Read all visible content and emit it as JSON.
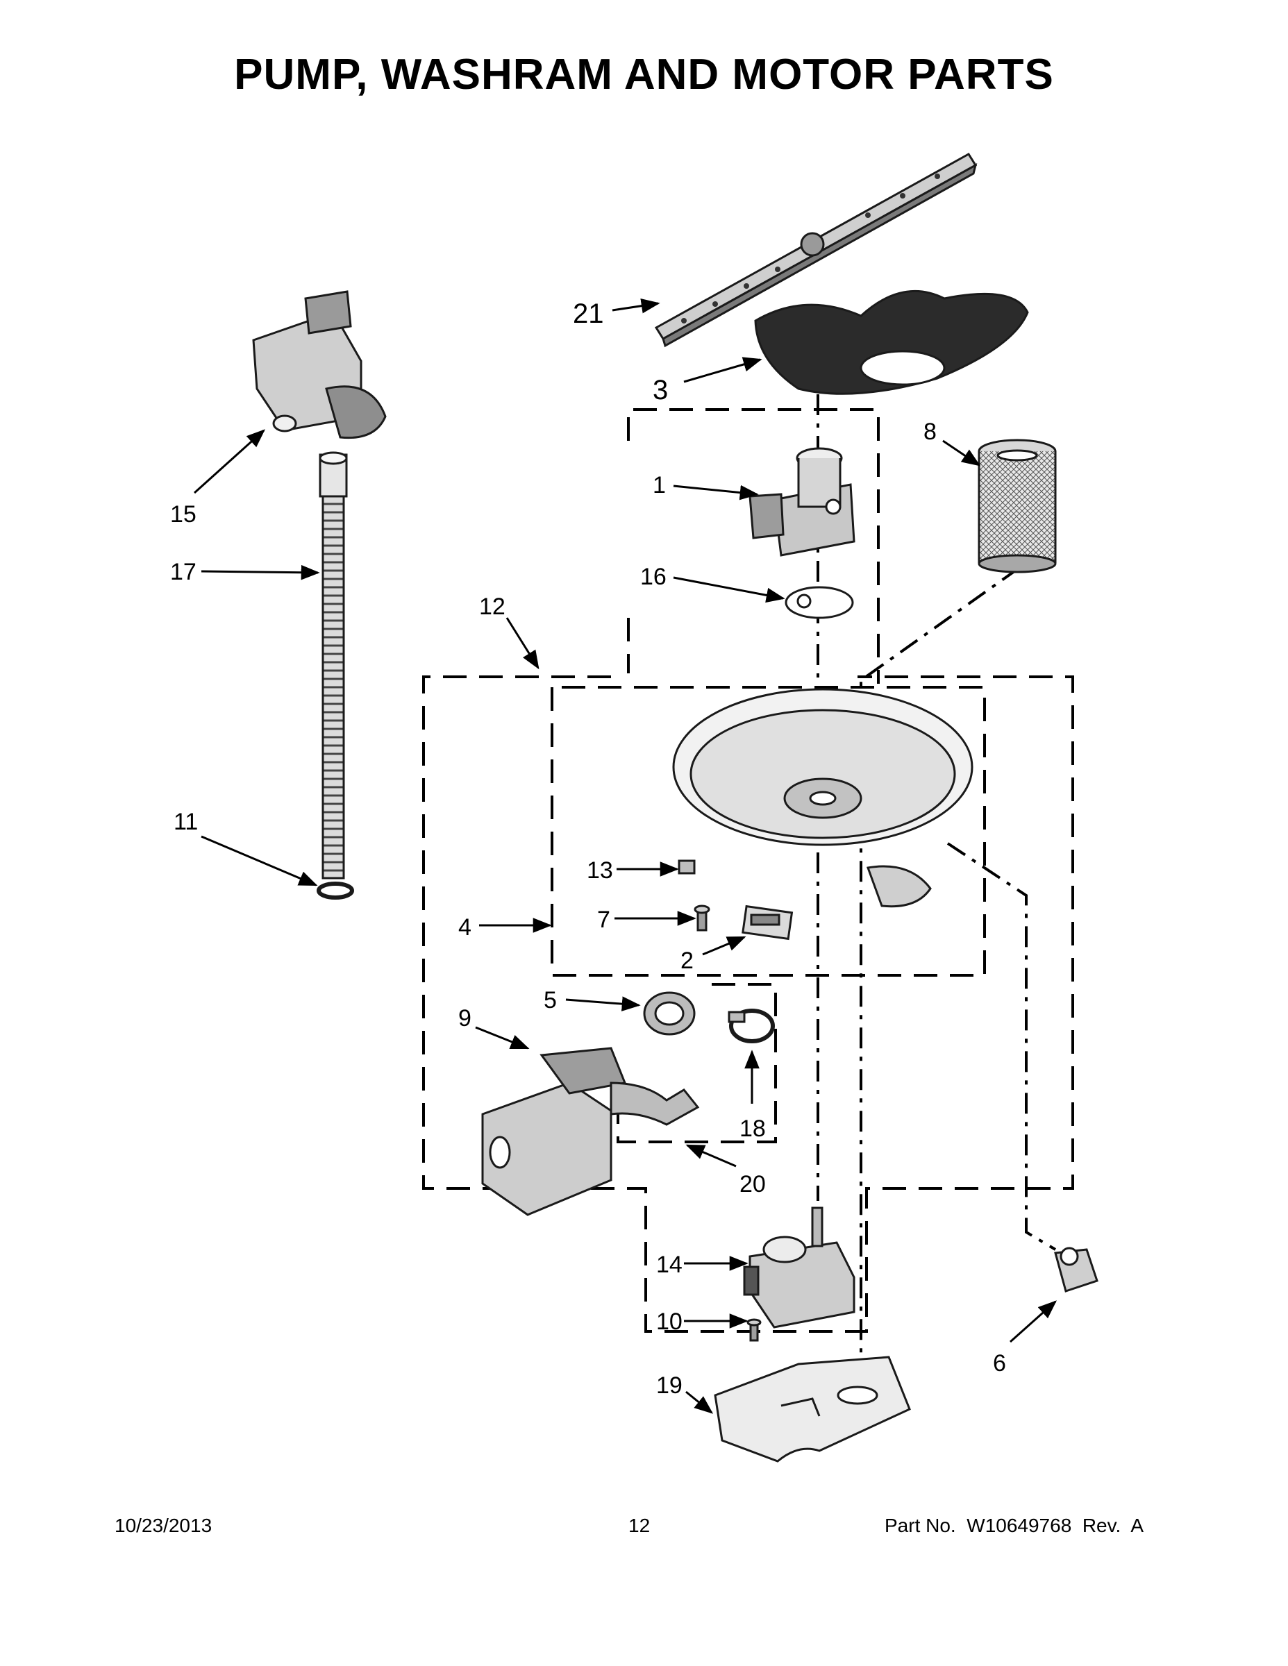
{
  "title": "PUMP, WASHRAM AND MOTOR PARTS",
  "footer": {
    "date": "10/23/2013",
    "page": "12",
    "part": "Part No.  W10649768  Rev.  A"
  },
  "callouts": [
    "21",
    "3",
    "8",
    "15",
    "1",
    "17",
    "16",
    "12",
    "11",
    "13",
    "7",
    "4",
    "2",
    "5",
    "9",
    "18",
    "20",
    "14",
    "10",
    "6",
    "19"
  ]
}
